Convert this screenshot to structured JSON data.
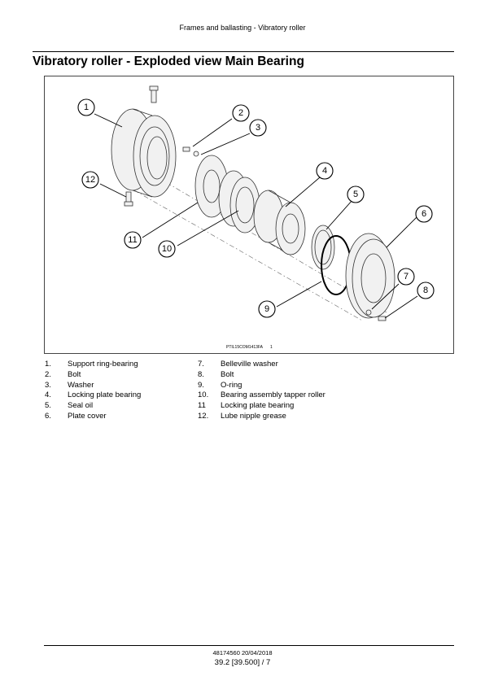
{
  "header": {
    "title": "Frames and ballasting - Vibratory roller"
  },
  "page": {
    "title": "Vibratory roller - Exploded view Main Bearing"
  },
  "figure": {
    "code": "PTIL15COM1413FA",
    "number": "1",
    "callouts": [
      "1",
      "2",
      "3",
      "4",
      "5",
      "6",
      "7",
      "8",
      "9",
      "10",
      "11",
      "12"
    ]
  },
  "legend": {
    "left": [
      {
        "num": "1.",
        "label": "Support ring-bearing"
      },
      {
        "num": "2.",
        "label": "Bolt"
      },
      {
        "num": "3.",
        "label": "Washer"
      },
      {
        "num": "4.",
        "label": "Locking plate bearing"
      },
      {
        "num": "5.",
        "label": "Seal oil"
      },
      {
        "num": "6.",
        "label": "Plate cover"
      }
    ],
    "right": [
      {
        "num": "7.",
        "label": "Belleville washer"
      },
      {
        "num": "8.",
        "label": "Bolt"
      },
      {
        "num": "9.",
        "label": "O-ring"
      },
      {
        "num": "10.",
        "label": "Bearing assembly tapper roller"
      },
      {
        "num": "11",
        "label": "Locking plate bearing"
      },
      {
        "num": "12.",
        "label": "Lube nipple grease"
      }
    ]
  },
  "footer": {
    "doc": "48174560 20/04/2018",
    "page": "39.2 [39.500] / 7"
  }
}
